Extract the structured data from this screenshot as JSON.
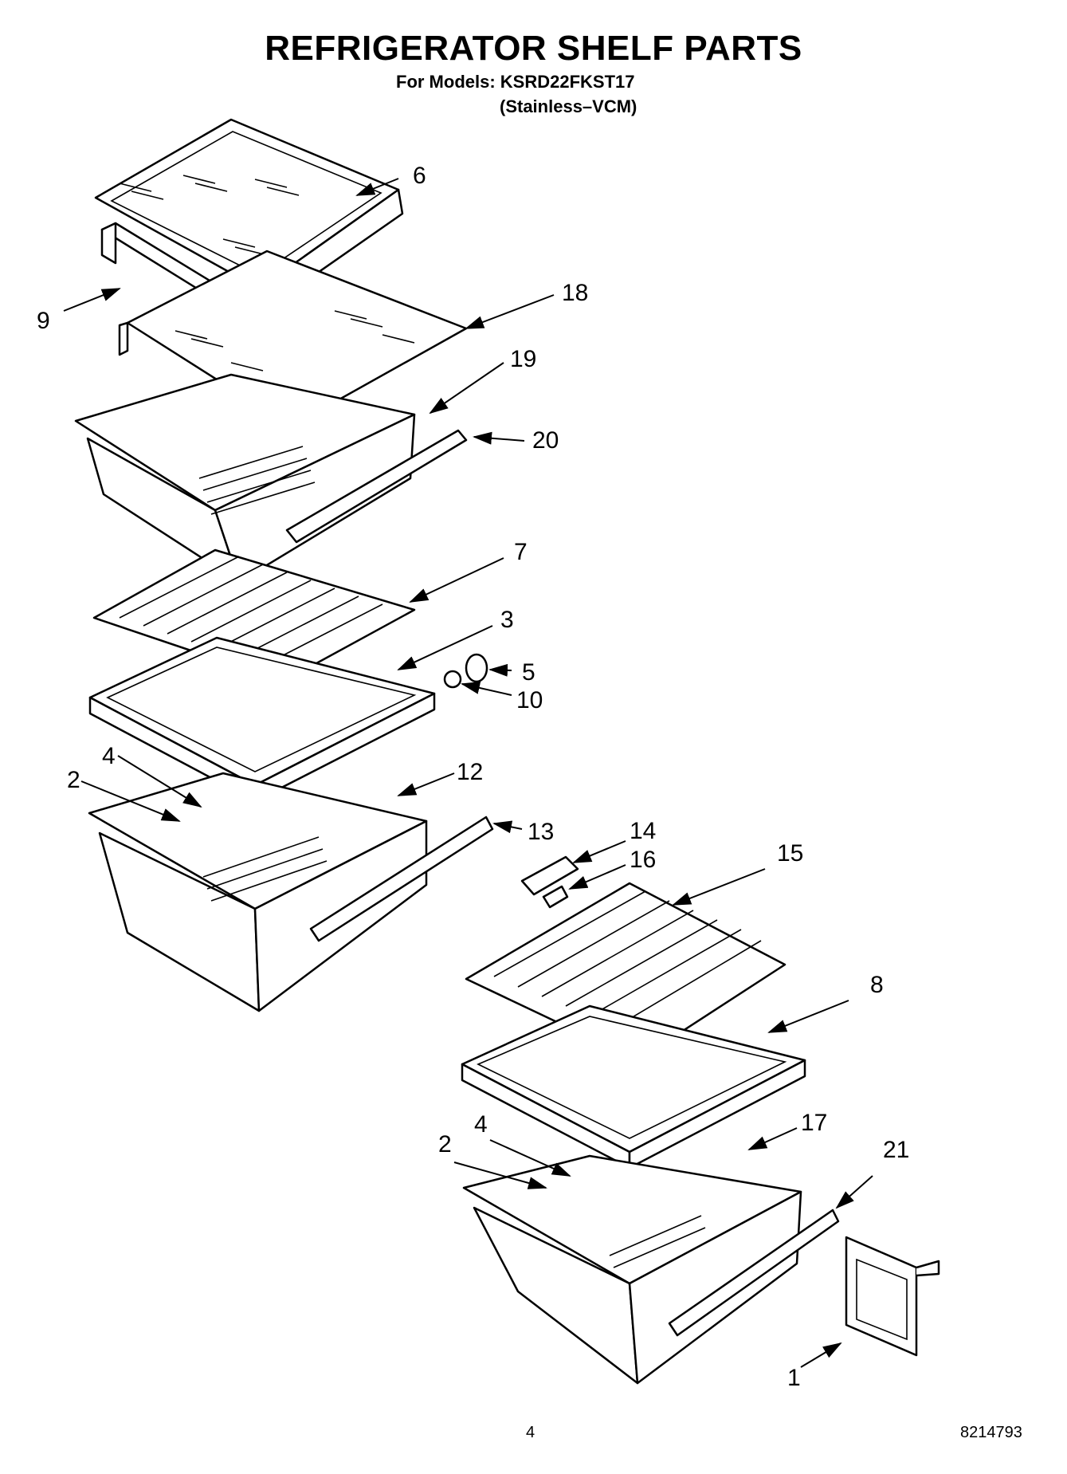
{
  "header": {
    "title": "REFRIGERATOR SHELF PARTS",
    "models_line": "For Models: KSRD22FKST17",
    "variant_line": "(Stainless–VCM)"
  },
  "footer": {
    "page_number": "4",
    "document_number": "8214793"
  },
  "callouts": [
    "6",
    "9",
    "18",
    "19",
    "20",
    "7",
    "3",
    "5",
    "10",
    "4",
    "2",
    "12",
    "13",
    "14",
    "16",
    "15",
    "8",
    "4",
    "2",
    "17",
    "21",
    "1"
  ]
}
